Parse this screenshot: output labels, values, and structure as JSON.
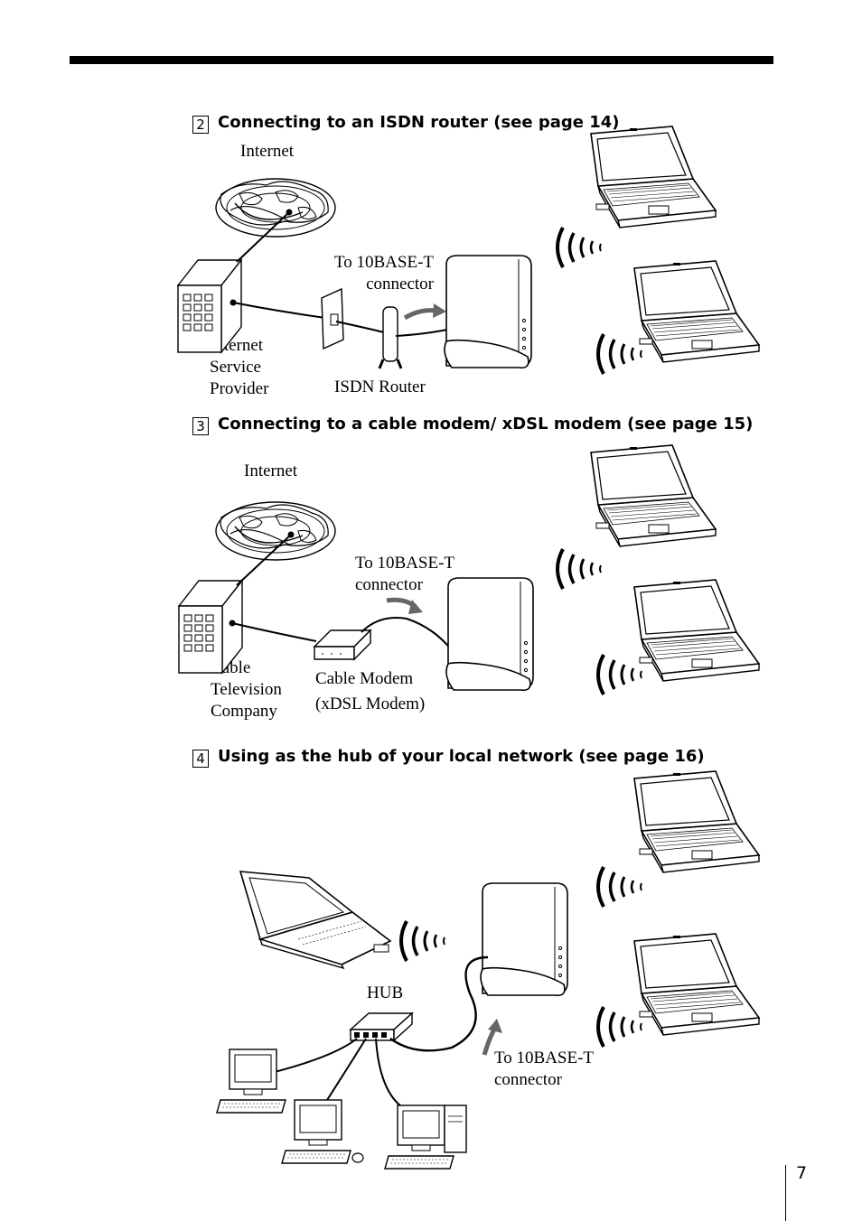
{
  "sections": [
    {
      "number": "2",
      "title": "Connecting to an ISDN router (see page 14)",
      "labels": {
        "internet": "Internet",
        "connector": [
          "To 10BASE-T",
          "connector"
        ],
        "provider": [
          "Internet",
          "Service",
          "Provider"
        ],
        "device": "ISDN Router"
      }
    },
    {
      "number": "3",
      "title": "Connecting to a cable modem/ xDSL modem (see page 15)",
      "labels": {
        "internet": "Internet",
        "connector": [
          "To 10BASE-T",
          "connector"
        ],
        "provider": [
          "Cable",
          "Television",
          "Company"
        ],
        "device": [
          "Cable Modem",
          "(xDSL Modem)"
        ]
      }
    },
    {
      "number": "4",
      "title": "Using as the hub of your local network (see page 16)",
      "labels": {
        "hub": "HUB",
        "connector": [
          "To 10BASE-T",
          "connector"
        ]
      }
    }
  ],
  "page_number": "7"
}
